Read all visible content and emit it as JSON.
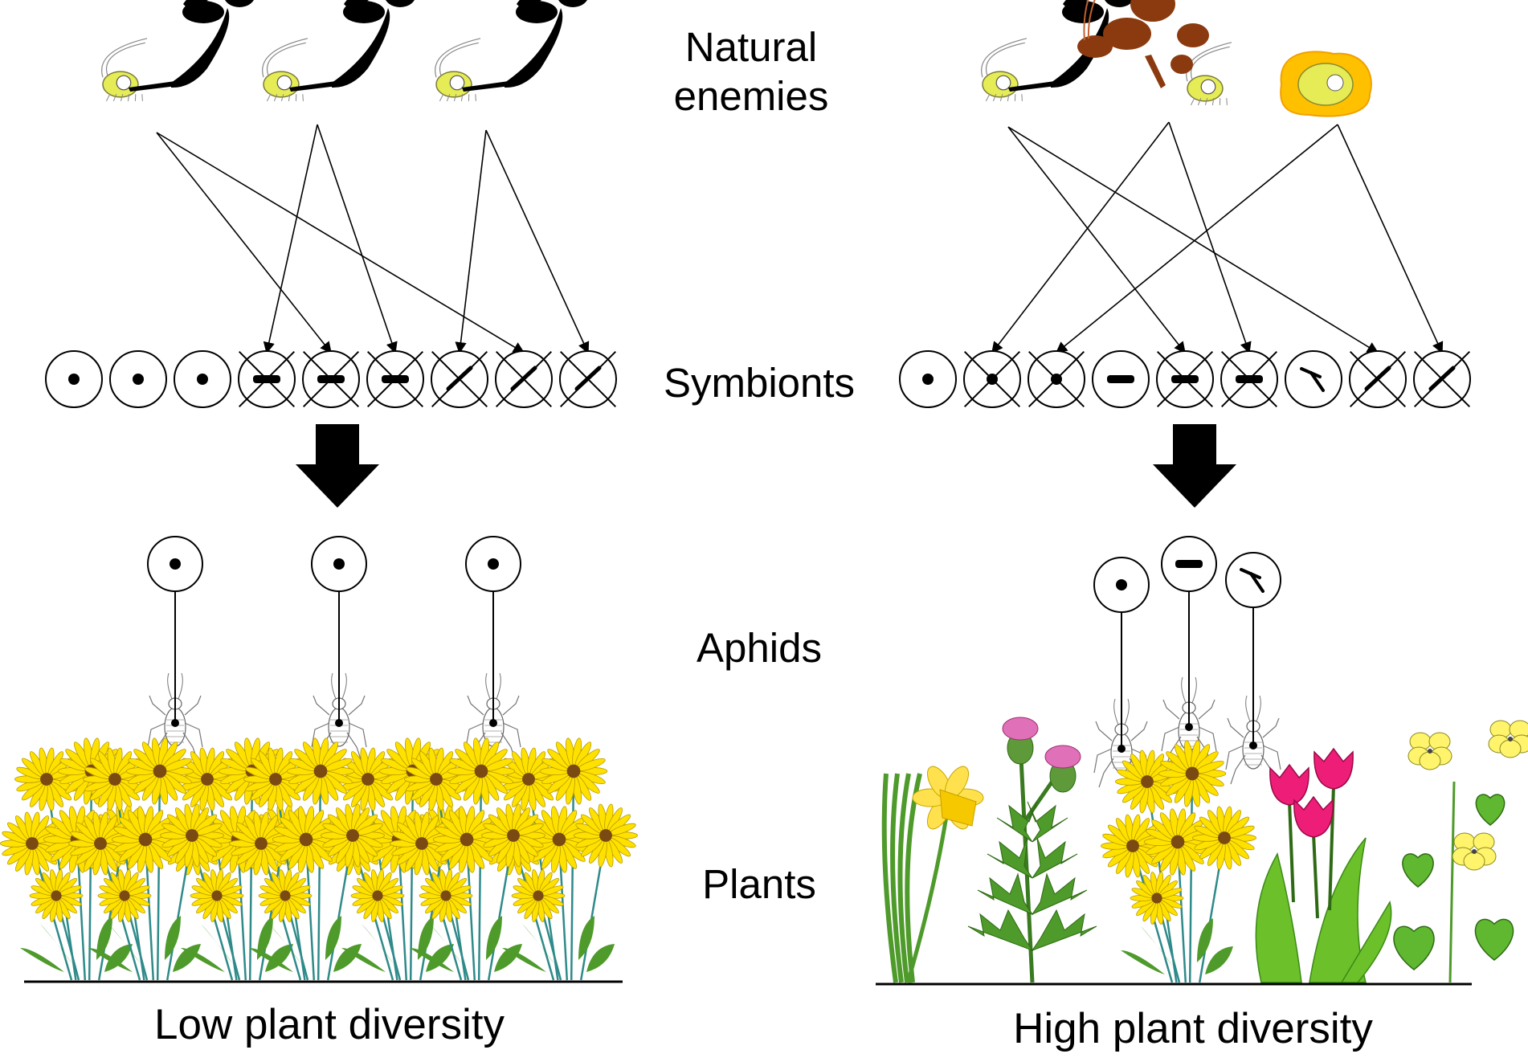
{
  "labels": {
    "natural_enemies_line1": "Natural",
    "natural_enemies_line2": "enemies",
    "symbionts": "Symbionts",
    "aphids": "Aphids",
    "plants": "Plants"
  },
  "captions": {
    "low": "Low plant diversity",
    "high": "High plant diversity"
  },
  "panels": [
    {
      "name": "low-diversity",
      "enemies": [
        "black-wasp",
        "black-wasp",
        "black-wasp"
      ],
      "symbionts": [
        {
          "mark": "dot",
          "crossed": false
        },
        {
          "mark": "dot",
          "crossed": false
        },
        {
          "mark": "dot",
          "crossed": false
        },
        {
          "mark": "dash",
          "crossed": true
        },
        {
          "mark": "dash",
          "crossed": true
        },
        {
          "mark": "dash",
          "crossed": true
        },
        {
          "mark": "slash",
          "crossed": true
        },
        {
          "mark": "slash",
          "crossed": true
        },
        {
          "mark": "slash",
          "crossed": true
        }
      ],
      "attacks": [
        [
          0,
          4
        ],
        [
          0,
          7
        ],
        [
          1,
          3
        ],
        [
          1,
          5
        ],
        [
          2,
          6
        ],
        [
          2,
          8
        ]
      ],
      "aphid_symbionts": [
        "dot",
        "dot",
        "dot"
      ],
      "plants": [
        "yellow-daisy"
      ]
    },
    {
      "name": "high-diversity",
      "enemies": [
        "black-wasp",
        "brown-wasp",
        "fungus-infected-aphid"
      ],
      "symbionts": [
        {
          "mark": "dot",
          "crossed": false
        },
        {
          "mark": "dot",
          "crossed": true
        },
        {
          "mark": "dot",
          "crossed": true
        },
        {
          "mark": "dash",
          "crossed": false
        },
        {
          "mark": "dash",
          "crossed": true
        },
        {
          "mark": "dash",
          "crossed": true
        },
        {
          "mark": "tee",
          "crossed": false
        },
        {
          "mark": "slash",
          "crossed": true
        },
        {
          "mark": "slash",
          "crossed": true
        }
      ],
      "attacks": [
        [
          0,
          4
        ],
        [
          0,
          7
        ],
        [
          1,
          1
        ],
        [
          1,
          5
        ],
        [
          2,
          2
        ],
        [
          2,
          8
        ]
      ],
      "aphid_symbionts": [
        "dot",
        "dash",
        "tee"
      ],
      "plants": [
        "daffodil",
        "thistle",
        "yellow-daisy",
        "tulip",
        "violet"
      ]
    }
  ],
  "colors": {
    "ink": "#000000",
    "wasp": "#000000",
    "brown_wasp": "#8B3A0F",
    "aphid_yellow": "#e6ec55",
    "fungus_orange": "#ffc000",
    "daisy_petal": "#ffe100",
    "daisy_center": "#7a4a12",
    "leaf": "#4e9a2a",
    "stem": "#2f8a8a",
    "daffodil": "#ffe14d",
    "thistle": "#e070b8",
    "tulip": "#ee1e78",
    "violet": "#fff46b"
  }
}
